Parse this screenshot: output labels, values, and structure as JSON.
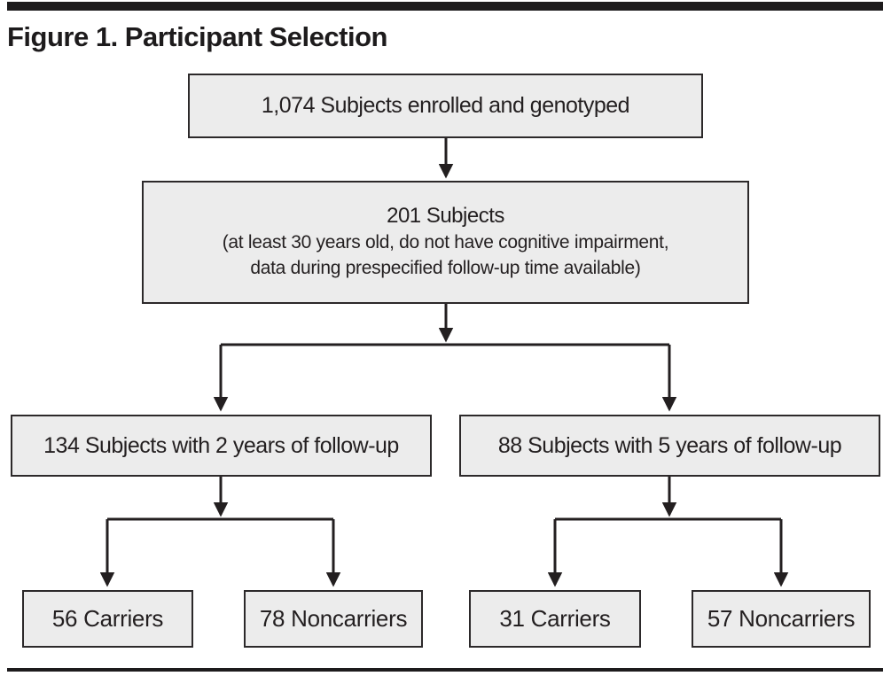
{
  "figure": {
    "title": "Figure 1. Participant Selection",
    "nodes": {
      "enrolled": {
        "label": "1,074 Subjects enrolled and genotyped"
      },
      "eligible": {
        "label": "201 Subjects",
        "criteria_line1": "(at least 30 years old, do not have cognitive impairment,",
        "criteria_line2": "data during prespecified follow-up time available)"
      },
      "followup_2y": {
        "label": "134 Subjects with 2 years of follow-up"
      },
      "followup_5y": {
        "label": "88 Subjects with 5 years of follow-up"
      },
      "carriers_2y": {
        "label": "56 Carriers"
      },
      "noncarriers_2y": {
        "label": "78 Noncarriers"
      },
      "carriers_5y": {
        "label": "31 Carriers"
      },
      "noncarriers_5y": {
        "label": "57 Noncarriers"
      }
    },
    "colors": {
      "box_fill": "#ececec",
      "box_border": "#2c292a",
      "line": "#231f20",
      "text": "#231f20",
      "rule": "#1d1b1c"
    }
  }
}
